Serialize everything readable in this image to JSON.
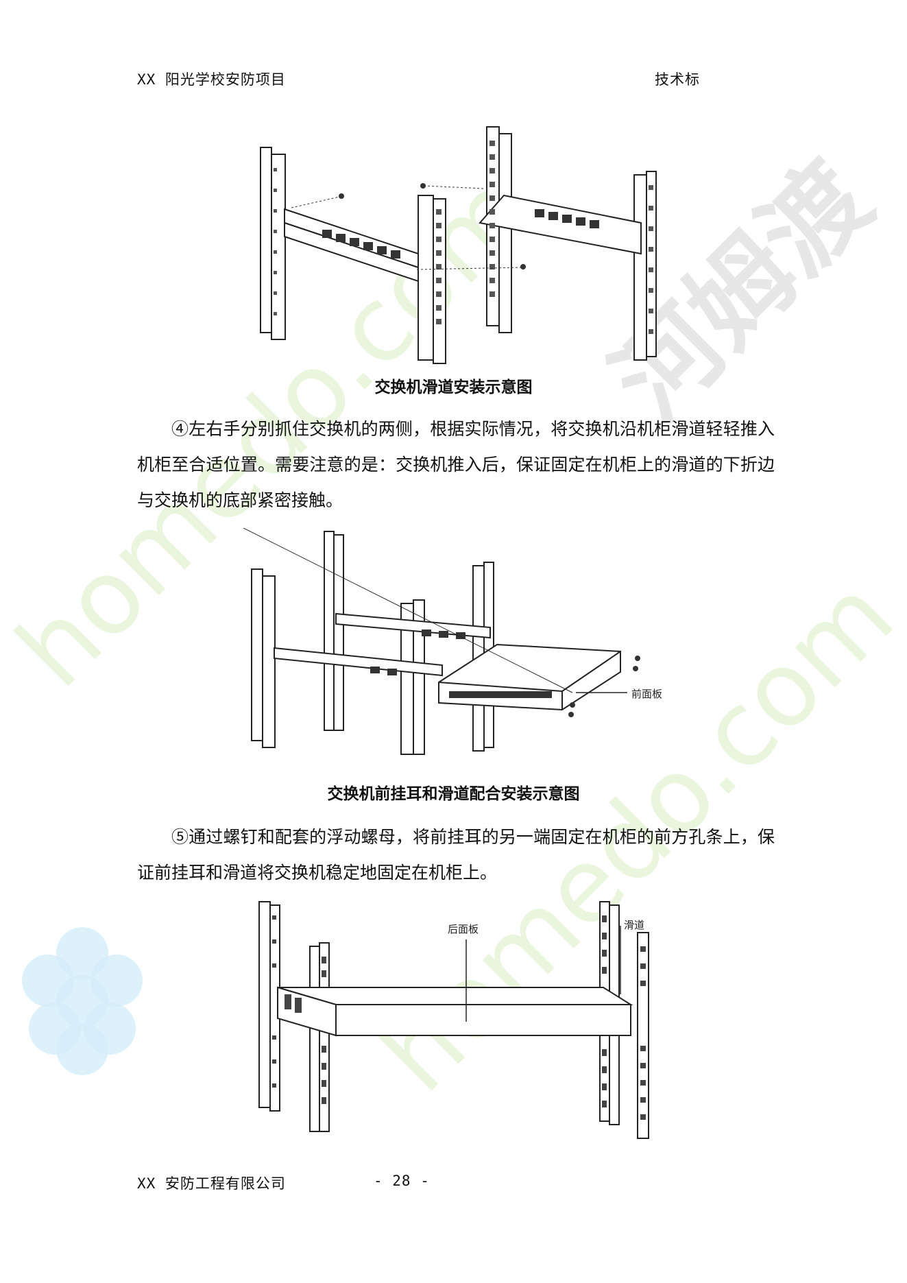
{
  "header": {
    "left": "XX 阳光学校安防项目",
    "right": "技术标"
  },
  "figures": [
    {
      "caption": "交换机滑道安装示意图"
    },
    {
      "caption": "交换机前挂耳和滑道配合安装示意图",
      "labels": {
        "front_panel": "前面板"
      }
    },
    {
      "caption": "",
      "labels": {
        "rear_panel": "后面板",
        "rail": "滑道"
      }
    }
  ],
  "paragraphs": [
    "④左右手分别抓住交换机的两侧，根据实际情况，将交换机沿机柜滑道轻轻推入机柜至合适位置。需要注意的是：交换机推入后，保证固定在机柜上的滑道的下折边与交换机的底部紧密接触。",
    "⑤通过螺钉和配套的浮动螺母，将前挂耳的另一端固定在机柜的前方孔条上，保证前挂耳和滑道将交换机稳定地固定在机柜上。"
  ],
  "footer": {
    "company": "XX 安防工程有限公司",
    "page": "- 28 -"
  },
  "watermark": {
    "cn": "河姆渡",
    "en": "homedo.com",
    "en2": "homedo.com"
  }
}
